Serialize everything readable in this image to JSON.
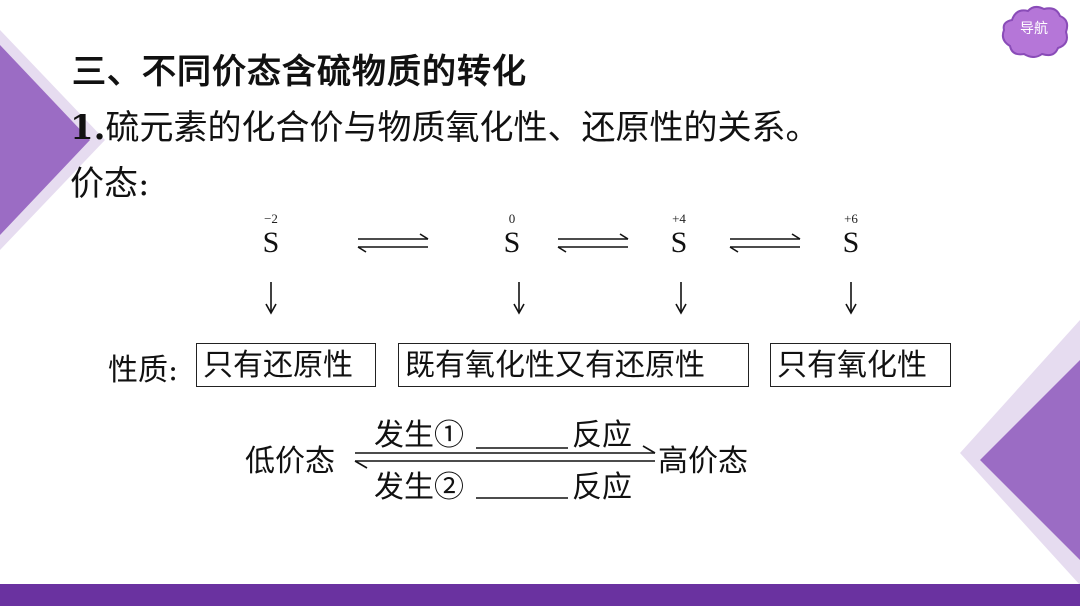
{
  "nav": {
    "label": "导航"
  },
  "heading": {
    "section": "三、不同价态含硫物质的转化",
    "item_num": "1.",
    "item_text": "硫元素的化合价与物质氧化性、还原性的关系。",
    "valence_label": "价态:"
  },
  "diagram": {
    "element": "S",
    "states": [
      {
        "ox": "−2"
      },
      {
        "ox": "0"
      },
      {
        "ox": "+4"
      },
      {
        "ox": "+6"
      }
    ],
    "property_label": "性质:",
    "properties": [
      "只有还原性",
      "既有氧化性又有还原性",
      "只有氧化性"
    ]
  },
  "conversion": {
    "low": "低价态",
    "high": "高价态",
    "upper_prefix": "发生①",
    "upper_suffix": "反应",
    "lower_prefix": "发生②",
    "lower_suffix": "反应"
  },
  "colors": {
    "accent": "#6a32a0",
    "light_accent": "#a47cc8",
    "nav_bubble": "#b576d8"
  }
}
